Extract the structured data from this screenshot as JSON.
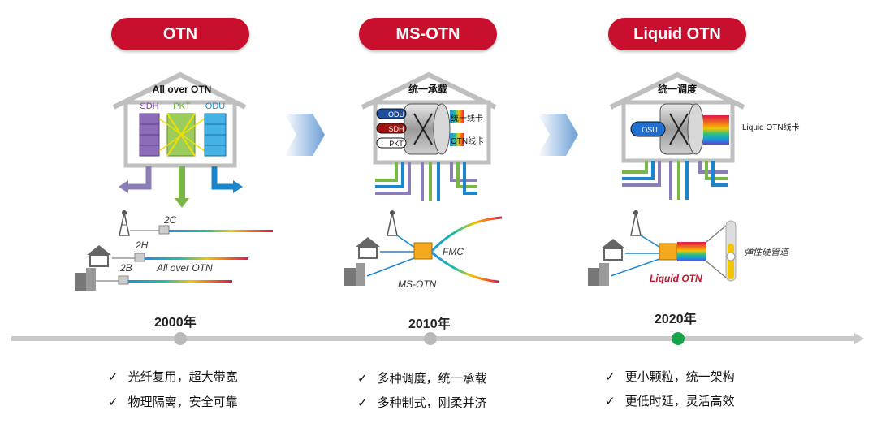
{
  "stages": [
    {
      "title": "OTN",
      "year": "2000年",
      "roof_label": "All over OTN",
      "tags": [
        "SDH",
        "PKT",
        "ODU"
      ],
      "wire_labels": [
        "2C",
        "2H",
        "2B"
      ],
      "net_label": "All over OTN",
      "bullets": [
        "光纤复用，超大带宽",
        "物理隔离，安全可靠"
      ]
    },
    {
      "title": "MS-OTN",
      "year": "2010年",
      "roof_label": "统一承载",
      "tags": [
        "ODU",
        "SDH",
        "PKT"
      ],
      "card_labels": [
        "统一线卡",
        "OTN线卡"
      ],
      "net_labels": [
        "FMC",
        "MS-OTN"
      ],
      "bullets": [
        "多种调度，统一承载",
        "多种制式，刚柔并济"
      ]
    },
    {
      "title": "Liquid OTN",
      "year": "2020年",
      "roof_label": "统一调度",
      "tags": [
        "OSU"
      ],
      "card_label": "Liquid OTN线卡",
      "net_labels": [
        "弹性硬管道",
        "Liquid OTN"
      ],
      "bullets": [
        "更小颗粒，统一架构",
        "更低时延，灵活高效"
      ]
    }
  ],
  "colors": {
    "accent": "#c8102e",
    "timeline": "#c9c9c9",
    "active_dot": "#16a34a",
    "inactive_dot": "#b9b9b9"
  },
  "icons": [
    "tower-icon",
    "house-icon",
    "building-icon",
    "check-icon",
    "chevron-right-icon"
  ]
}
